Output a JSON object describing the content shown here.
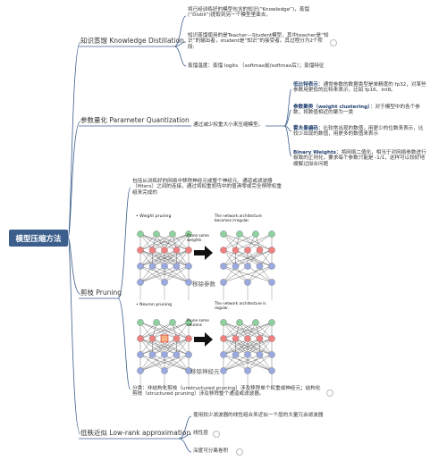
{
  "root": {
    "label": "模型压缩方法"
  },
  "branches": [
    {
      "label": "知识蒸馏 Knowledge Distillation",
      "leaves": [
        "将已经训练好的模型包含的知识(“Knowledge”)，蒸馏(“Distill”)提取到另一个模型里面去。",
        "知识蒸馏使用的是Teacher—Student模型，其中teacher是“知识”的输出者，student是“知识”的接受者。其过程分为2个阶段:",
        "蒸馏温度：蒸馏 logits （softmax前/softmax后）；蒸馏特征"
      ]
    },
    {
      "label": "参数量化 Parameter Quantization",
      "desc": "通过减少权重大小来压缩模型。",
      "leaves": [
        {
          "title": "低比特表示",
          "text": "：通常参数的数据类型是单精度的 fp32，对某些参数用更低的比特来表示，比如 fp16、int8。"
        },
        {
          "title": "参数聚类（weight clustering）",
          "text": "：对于模型中的各个参数，将数值相近的聚为一类"
        },
        {
          "title": "霍夫曼编码",
          "text": "：比较常出现的数值，用更少的位数来表示，比较少出现的数值，用更多的数值来表示"
        },
        {
          "title": "Binary Weights",
          "text": "：将网络二值化，相当于对网络参数进行极致的正则化，要求每个参数只能是 -1/1，这样可以较好地缓解过拟合问题"
        }
      ]
    },
    {
      "label": "剪枝 Pruning",
      "desc": "包括从训练好的网络中移除神经元或整个神经元、通道或滤波器（filters）之间的连接，通过将权重矩阵中的值清零或完全移除权重组来完成的",
      "figures": [
        {
          "bullet": "• Weight pruning",
          "middle": "Prune some weights",
          "right": "The network architecture becomes irregular.",
          "caption": "移除参数"
        },
        {
          "bullet": "• Neuron pruning",
          "middle": "Prune some neurons",
          "right": "The network architecture is regular.",
          "caption": "移除神经元"
        }
      ],
      "classify": "分类：非结构化剪枝（unstructured pruning）涉及移除单个权重或神经元；结构化剪枝（structured pruning）涉及移除整个通道或滤波器。"
    },
    {
      "label": "低秩近似 Low-rank approximation",
      "leaves": [
        "使用较少滤波器的线性组合来近似一个层的大量冗余滤波器",
        "线性层",
        "深度可分离卷积"
      ]
    }
  ],
  "colors": {
    "root": "#3b5e8c",
    "line": "#3b5e8c",
    "green": "#8fd19e",
    "red": "#f08080",
    "blue": "#9aa9e0"
  }
}
